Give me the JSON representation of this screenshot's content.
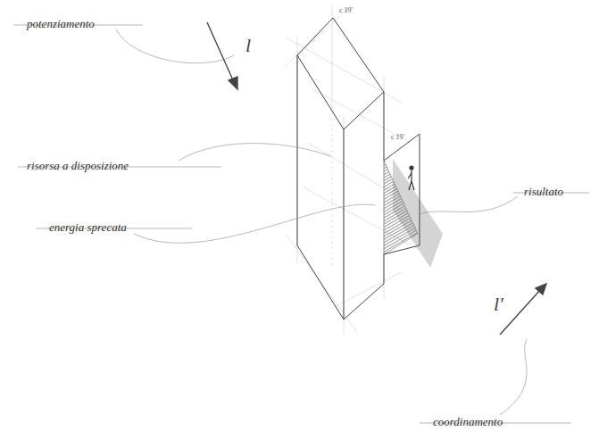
{
  "diagram": {
    "labels": [
      "potenziamento",
      "l",
      "risorsa a disposizione",
      "energia sprecata",
      "c 19'",
      "c 19'",
      "risultato",
      "l'",
      "coordinamento"
    ]
  }
}
